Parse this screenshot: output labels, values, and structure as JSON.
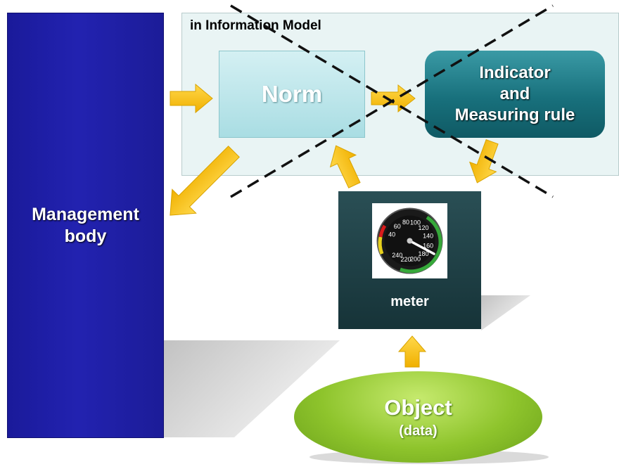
{
  "info_model": {
    "label": "in Information Model"
  },
  "management": {
    "label": "Management\nbody"
  },
  "norm": {
    "label": "Norm"
  },
  "indicator": {
    "label": "Indicator\nand\nMeasuring rule"
  },
  "meter": {
    "label": "meter",
    "gauge": {
      "ticks": [
        "40",
        "60",
        "80",
        "100",
        "120",
        "140",
        "160",
        "180",
        "200",
        "220",
        "240"
      ]
    }
  },
  "object": {
    "label": "Object",
    "sublabel": "(data)"
  },
  "colors": {
    "management": "#1c1c9e",
    "norm": "#bfe7ec",
    "indicator": "#1a7380",
    "meter_box": "#1f3f44",
    "object": "#8ec42c",
    "arrow": "#f5c21b",
    "info_model_bg": "#e9f4f4"
  },
  "icons": [
    "arrow-right-icon",
    "arrow-down-left-icon",
    "arrow-up-icon",
    "arrow-down-icon",
    "speedometer-icon",
    "dashed-cross-icon"
  ]
}
